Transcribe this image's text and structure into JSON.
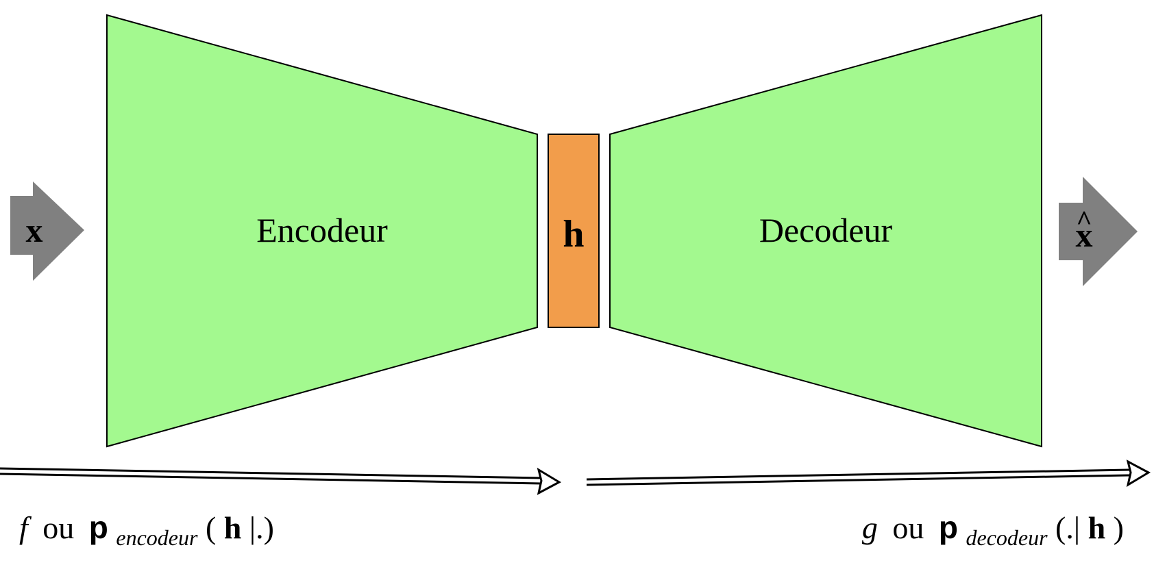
{
  "input": {
    "label": "x",
    "icon": "right-arrow-icon"
  },
  "encoder": {
    "label": "Encodeur",
    "color": "#a3f98f"
  },
  "bottleneck": {
    "label": "h",
    "color": "#f29d4b"
  },
  "decoder": {
    "label": "Decodeur",
    "color": "#a3f98f"
  },
  "output": {
    "label": "x",
    "hat": "^",
    "icon": "right-arrow-icon"
  },
  "arrow_color": "#808080",
  "encoder_function": {
    "func": "f",
    "conj": "ou",
    "prob": "p",
    "subscript": "encodeur",
    "open": "(",
    "h": "h",
    "rest": "|.)"
  },
  "decoder_function": {
    "func": "g",
    "conj": "ou",
    "prob": "p",
    "subscript": "decodeur",
    "open": "(.|",
    "h": "h",
    "close": ")"
  }
}
